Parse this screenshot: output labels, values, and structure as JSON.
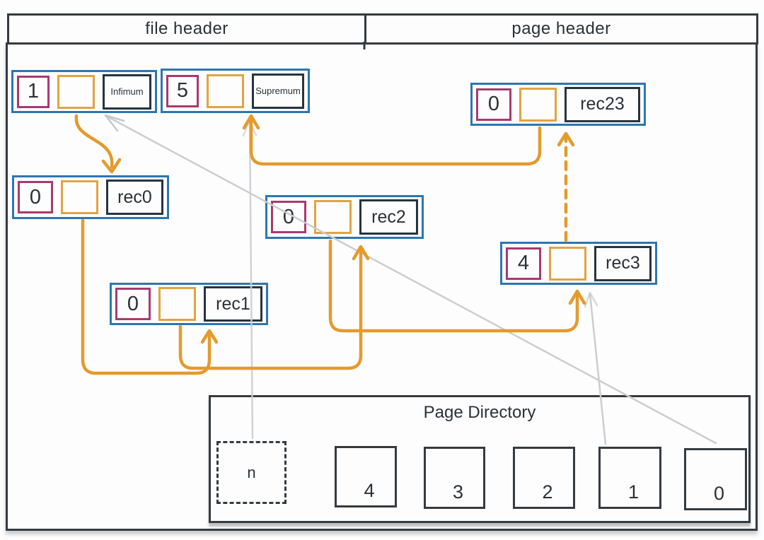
{
  "header": {
    "file": "file header",
    "page": "page header"
  },
  "records": {
    "infimum": {
      "num": "1",
      "label": "Infimum"
    },
    "supremum": {
      "num": "5",
      "label": "Supremum"
    },
    "rec23": {
      "num": "0",
      "label": "rec23"
    },
    "rec0": {
      "num": "0",
      "label": "rec0"
    },
    "rec1": {
      "num": "0",
      "label": "rec1"
    },
    "rec2": {
      "num": "0",
      "label": "rec2"
    },
    "rec3": {
      "num": "4",
      "label": "rec3"
    }
  },
  "page_directory": {
    "title": "Page Directory",
    "slots": [
      "n",
      "4",
      "3",
      "2",
      "1",
      "0"
    ]
  },
  "arrows": {
    "solid_chain": [
      "infimum→rec0",
      "rec0→rec1",
      "rec1→rec2",
      "rec2→rec3",
      "rec23→supremum"
    ],
    "dashed": "rec3→rec23",
    "gray_pointers": [
      "slot n→supremum",
      "slot 1→rec3",
      "slot 0→infimum"
    ]
  },
  "colors": {
    "record_outline": "#2d76b0",
    "num_cell": "#a83a6d",
    "pointer_cell": "#e2a440",
    "label_cell": "#26343f",
    "arrow_orange": "#e49a2d",
    "arrow_gray": "#cbcdd0",
    "frame": "#343b41"
  }
}
